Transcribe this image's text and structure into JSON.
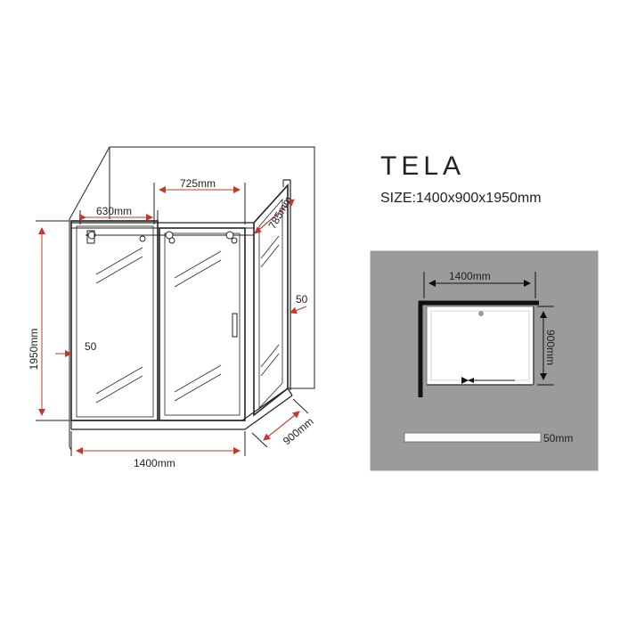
{
  "product": {
    "name": "TELA",
    "size_label": "SIZE:1400x900x1950mm"
  },
  "perspective_view": {
    "dim_width_top_left": "630mm",
    "dim_width_top_right": "725mm",
    "dim_side_top": "785mm",
    "dim_profile_right": "50",
    "dim_profile_left": "50",
    "dim_height": "1950mm",
    "dim_width_bottom": "1400mm",
    "dim_depth_bottom": "900mm"
  },
  "plan_view": {
    "dim_width": "1400mm",
    "dim_depth": "900mm",
    "dim_profile": "50mm"
  },
  "colors": {
    "dimension_red": "#c0392b",
    "plan_background": "#9b9b9b",
    "frame_black": "#1a1a1a"
  }
}
